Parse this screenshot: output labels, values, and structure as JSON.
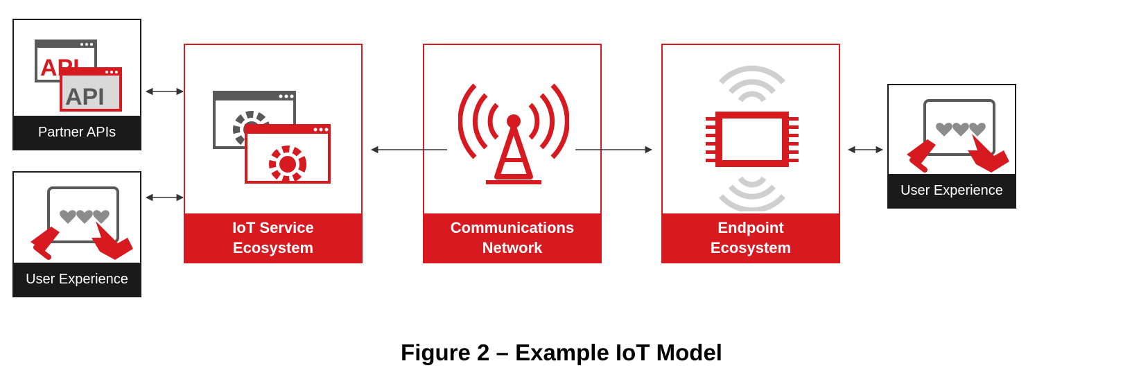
{
  "nodes": {
    "partner_apis": {
      "label": "Partner APIs",
      "icon": "api-windows-icon"
    },
    "user_experience_left": {
      "label": "User Experience",
      "icon": "tablet-touch-icon"
    },
    "iot_service": {
      "label_line1": "IoT Service",
      "label_line2": "Ecosystem",
      "icon": "gear-windows-icon"
    },
    "communications": {
      "label_line1": "Communications",
      "label_line2": "Network",
      "icon": "radio-tower-icon"
    },
    "endpoint": {
      "label_line1": "Endpoint",
      "label_line2": "Ecosystem",
      "icon": "chip-signal-icon"
    },
    "user_experience_right": {
      "label": "User Experience",
      "icon": "tablet-touch-icon"
    }
  },
  "icon_text": {
    "api_front": "API",
    "api_back": "API"
  },
  "connections": [
    {
      "from": "partner_apis",
      "to": "iot_service",
      "direction": "both"
    },
    {
      "from": "user_experience_left",
      "to": "iot_service",
      "direction": "both"
    },
    {
      "from": "communications",
      "to": "iot_service",
      "direction": "one-way"
    },
    {
      "from": "communications",
      "to": "endpoint",
      "direction": "one-way"
    },
    {
      "from": "endpoint",
      "to": "user_experience_right",
      "direction": "both"
    }
  ],
  "caption": "Figure 2 – Example IoT Model",
  "colors": {
    "accent": "#d71920",
    "dark": "#1a1a1a",
    "gray": "#595959"
  }
}
